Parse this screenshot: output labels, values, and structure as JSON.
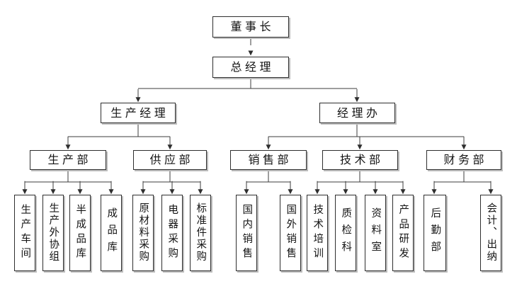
{
  "diagram": {
    "type": "organization-chart",
    "background_color": "#ffffff",
    "box_border_color": "#2e2e2e",
    "box_shadow_color": "#bdbdbd",
    "line_color": "#3c3c3c",
    "nodes": {
      "chairman": {
        "label": "董事长"
      },
      "general_manager": {
        "label": "总经理"
      },
      "production_manager": {
        "label": "生产经理"
      },
      "manager_office": {
        "label": "经理办"
      },
      "production_dept": {
        "label": "生产部"
      },
      "supply_dept": {
        "label": "供应部"
      },
      "sales_dept": {
        "label": "销售部"
      },
      "technology_dept": {
        "label": "技术部"
      },
      "finance_dept": {
        "label": "财务部"
      },
      "production_workshop": {
        "label": "生产车间"
      },
      "production_outsourcing_group": {
        "label": "生产外协组"
      },
      "semi_finished_goods_warehouse": {
        "label": "半成品库"
      },
      "finished_goods_warehouse": {
        "label": "成品库"
      },
      "raw_material_purchasing": {
        "label": "原材料采购"
      },
      "electrical_purchasing": {
        "label": "电器采购"
      },
      "standard_parts_purchasing": {
        "label": "标准件采购"
      },
      "domestic_sales": {
        "label": "国内销售"
      },
      "overseas_sales": {
        "label": "国外销售"
      },
      "technical_training": {
        "label": "技术培训"
      },
      "quality_inspection_section": {
        "label": "质检科"
      },
      "archive_room": {
        "label": "资料室"
      },
      "product_rd": {
        "label": "产品研发"
      },
      "logistics_dept": {
        "label": "后勤部"
      },
      "accounting_cashier": {
        "label": "会计、出纳"
      }
    },
    "hierarchy": [
      {
        "parent": "董事长",
        "children": [
          "总经理"
        ]
      },
      {
        "parent": "总经理",
        "children": [
          "生产经理",
          "经理办"
        ]
      },
      {
        "parent": "生产经理",
        "children": [
          "生产部",
          "供应部"
        ]
      },
      {
        "parent": "经理办",
        "children": [
          "销售部",
          "技术部",
          "财务部"
        ]
      },
      {
        "parent": "生产部",
        "children": [
          "生产车间",
          "生产外协组",
          "半成品库",
          "成品库"
        ]
      },
      {
        "parent": "供应部",
        "children": [
          "原材料采购",
          "电器采购",
          "标准件采购"
        ]
      },
      {
        "parent": "销售部",
        "children": [
          "国内销售",
          "国外销售"
        ]
      },
      {
        "parent": "技术部",
        "children": [
          "技术培训",
          "质检科",
          "资料室",
          "产品研发"
        ]
      },
      {
        "parent": "财务部",
        "children": [
          "后勤部",
          "会计、出纳"
        ]
      }
    ]
  }
}
